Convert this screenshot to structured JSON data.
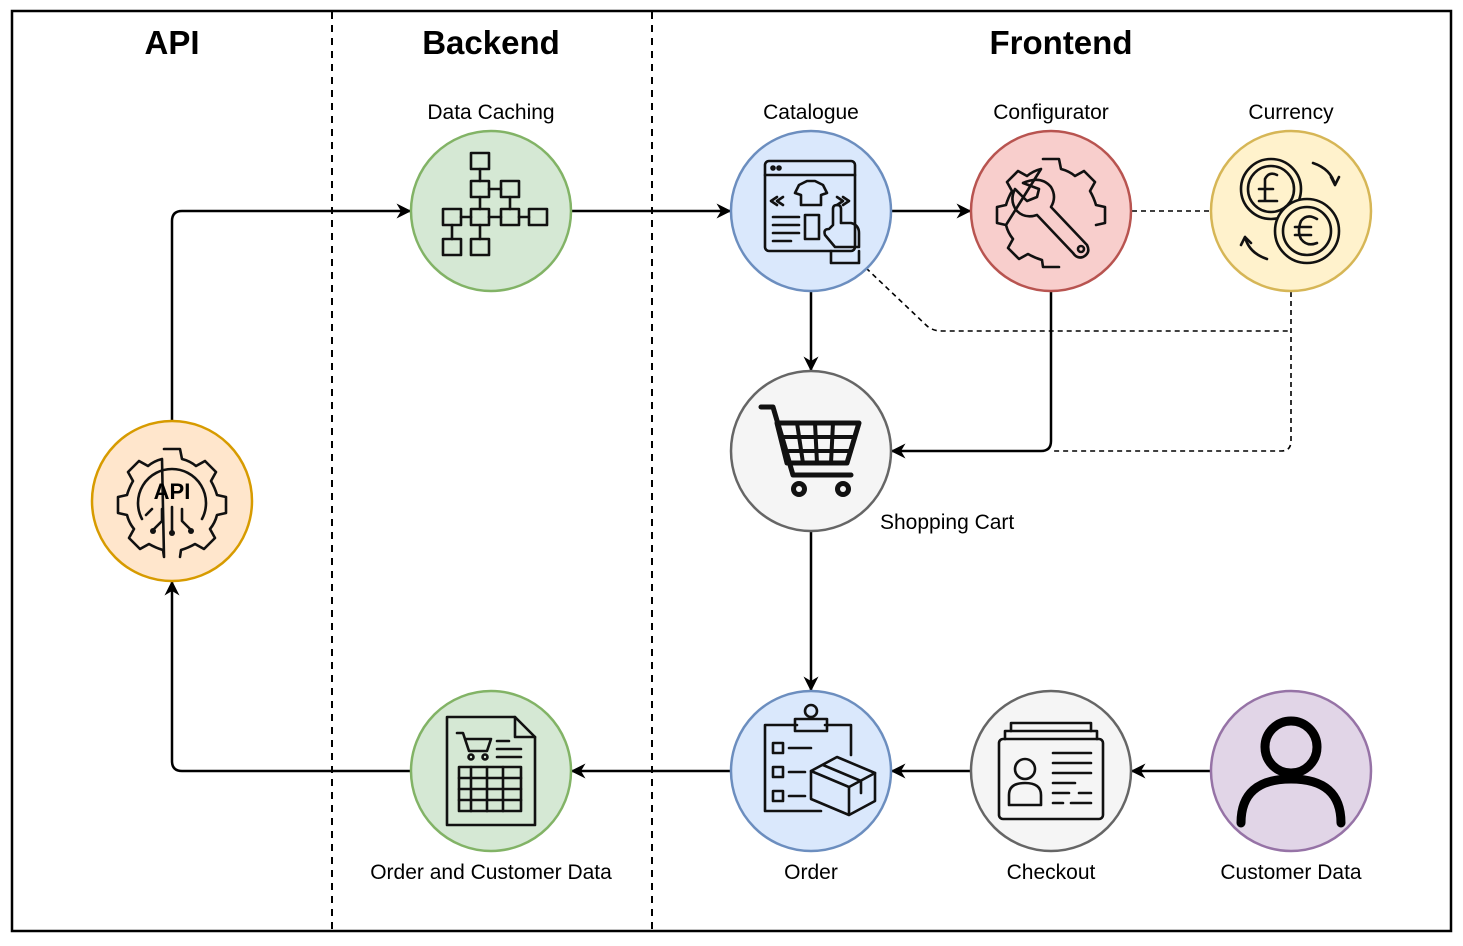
{
  "sections": {
    "api": "API",
    "backend": "Backend",
    "frontend": "Frontend"
  },
  "nodes": {
    "api": {
      "label": "",
      "icon": "api-gear-icon",
      "fill": "#ffe6cc",
      "stroke": "#d79b00"
    },
    "data_caching": {
      "label": "Data Caching",
      "icon": "flowchart-icon",
      "fill": "#d5e8d4",
      "stroke": "#82b366"
    },
    "catalogue": {
      "label": "Catalogue",
      "icon": "catalogue-browser-icon",
      "fill": "#dae8fc",
      "stroke": "#6c8ebf"
    },
    "configurator": {
      "label": "Configurator",
      "icon": "wrench-gear-icon",
      "fill": "#f8cecc",
      "stroke": "#b85450"
    },
    "currency": {
      "label": "Currency",
      "icon": "currency-exchange-icon",
      "fill": "#fff2cc",
      "stroke": "#d6b656"
    },
    "shopping_cart": {
      "label": "Shopping Cart",
      "icon": "shopping-cart-icon",
      "fill": "#f5f5f5",
      "stroke": "#666666"
    },
    "order": {
      "label": "Order",
      "icon": "order-clipboard-icon",
      "fill": "#dae8fc",
      "stroke": "#6c8ebf"
    },
    "checkout": {
      "label": "Checkout",
      "icon": "id-card-icon",
      "fill": "#f5f5f5",
      "stroke": "#666666"
    },
    "customer_data": {
      "label": "Customer Data",
      "icon": "user-icon",
      "fill": "#e1d5e7",
      "stroke": "#9673a6"
    },
    "order_customer_data": {
      "label": "Order and Customer Data",
      "icon": "spreadsheet-cart-icon",
      "fill": "#d5e8d4",
      "stroke": "#82b366"
    }
  }
}
